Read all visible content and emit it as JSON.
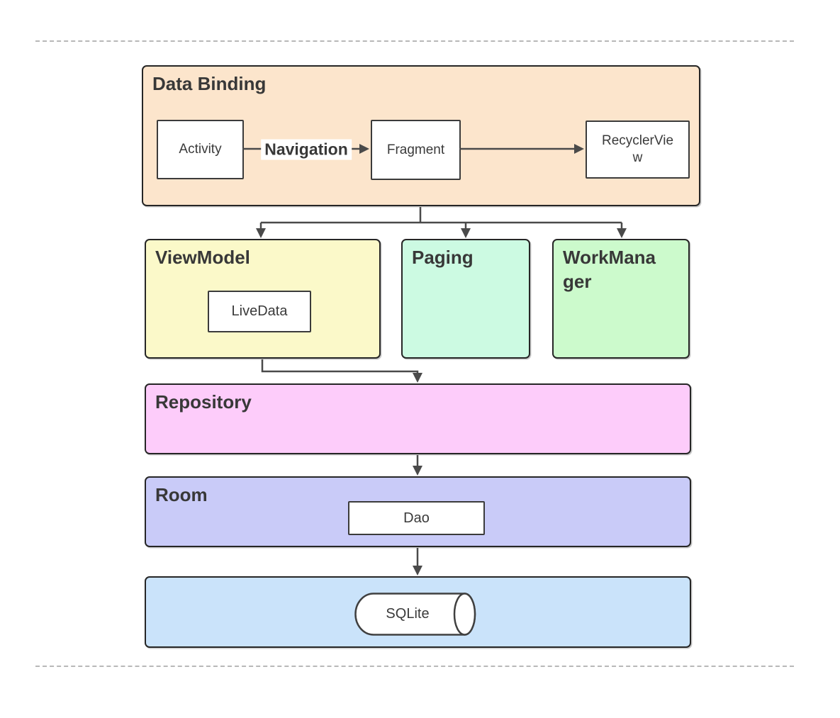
{
  "diagram": {
    "title_note": "Android architecture components diagram",
    "containers": {
      "data_binding": {
        "title": "Data Binding",
        "fill": "#fce5cc"
      },
      "viewmodel": {
        "title": "ViewModel",
        "fill": "#fbf9c9"
      },
      "paging": {
        "title": "Paging",
        "fill": "#ccfae2"
      },
      "workmanager": {
        "title": "WorkManager",
        "fill": "#ccfacc"
      },
      "repository": {
        "title": "Repository",
        "fill": "#fdccfa"
      },
      "room": {
        "title": "Room",
        "fill": "#c9cbf8"
      },
      "sqlite_layer": {
        "fill": "#cae3fa"
      }
    },
    "nodes": {
      "activity": "Activity",
      "fragment": "Fragment",
      "recyclerview": "RecyclerView",
      "livedata": "LiveData",
      "dao": "Dao",
      "sqlite": "SQLite"
    },
    "edge_labels": {
      "navigation": "Navigation"
    },
    "colors": {
      "connector": "#4a4a4a",
      "container_border": "#262626",
      "node_border": "#3b3b3b",
      "title_text": "#383838",
      "dashed_divider": "#b8b8b8",
      "background": "#ffffff"
    }
  }
}
